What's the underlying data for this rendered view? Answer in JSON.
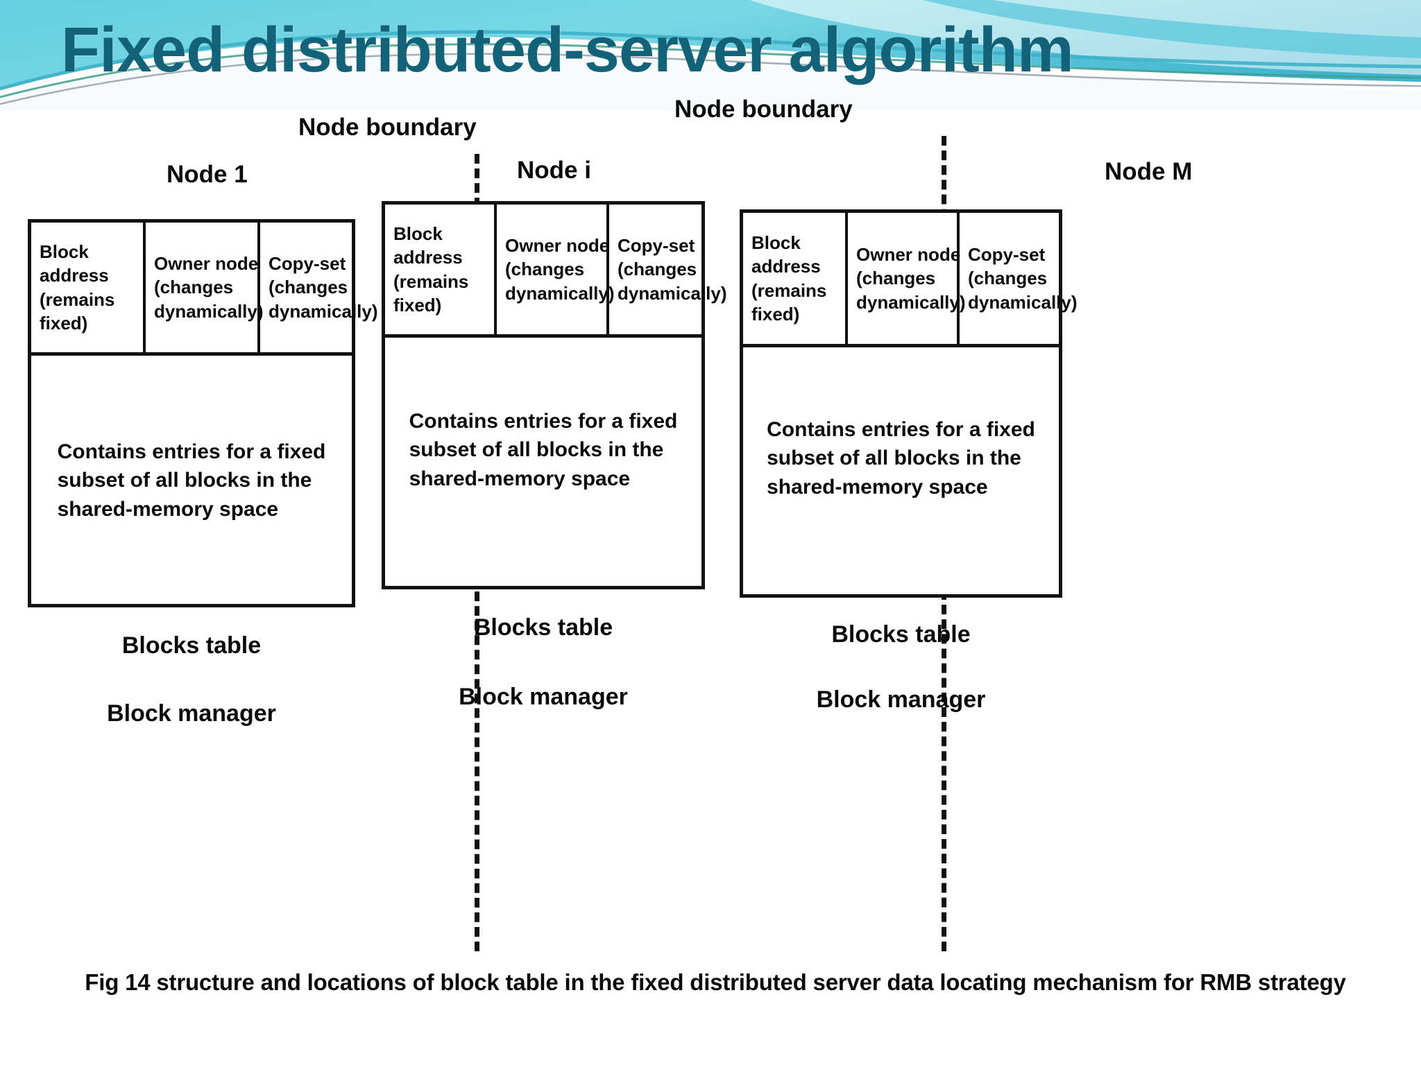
{
  "slide": {
    "title": "Fixed distributed-server algorithm",
    "title_color": "#12627a",
    "header_colors": {
      "band_light": "#7fd4e3",
      "band_mid": "#49bcd3",
      "band_deep": "#2aa7c4",
      "wave_white": "#ffffff",
      "wave_green": "#3f9e8d",
      "wave_grey": "#8d9aa6"
    }
  },
  "diagram": {
    "boundary_labels": [
      {
        "text": "Node boundary"
      },
      {
        "text": "Node boundary"
      }
    ],
    "columns": [
      "Block address (remains fixed)",
      "Owner node (changes dynamically)",
      "Copy-set (changes dynamically)"
    ],
    "nodes": [
      {
        "title": "Node 1",
        "header": {
          "c1_l1": "Block address",
          "c1_l2": "(remains fixed)",
          "c2_l1": "Owner node",
          "c2_l2": "(changes",
          "c2_l3": " dynamically)",
          "c3_l1": "Copy-set",
          "c3_l2": "(changes",
          "c3_l3": "dynamically)"
        },
        "body_l1": "Contains entries for a fixed",
        "body_l2": "subset of all blocks in the",
        "body_l3": "shared-memory space",
        "label_table": "Blocks table",
        "label_manager": "Block manager"
      },
      {
        "title": "Node i",
        "header": {
          "c1_l1": "Block address",
          "c1_l2": "(remains fixed)",
          "c2_l1": "Owner node",
          "c2_l2": "(changes",
          "c2_l3": " dynamically)",
          "c3_l1": "Copy-set",
          "c3_l2": "(changes",
          "c3_l3": "dynamically)"
        },
        "body_l1": "Contains entries for a fixed",
        "body_l2": "subset of all blocks in the",
        "body_l3": "shared-memory space",
        "label_table": "Blocks table",
        "label_manager": "Block manager"
      },
      {
        "title": "Node M",
        "header": {
          "c1_l1": "Block address",
          "c1_l2": "(remains fixed)",
          "c2_l1": "Owner node",
          "c2_l2": "(changes",
          "c2_l3": " dynamically)",
          "c3_l1": "Copy-set",
          "c3_l2": "(changes",
          "c3_l3": "dynamically)"
        },
        "body_l1": "Contains entries for a fixed",
        "body_l2": "subset of all blocks in the",
        "body_l3": "shared-memory space",
        "label_table": "Blocks table",
        "label_manager": "Block manager"
      }
    ],
    "caption": "Fig 14 structure and locations of block table in the fixed distributed server data locating mechanism for RMB strategy"
  }
}
